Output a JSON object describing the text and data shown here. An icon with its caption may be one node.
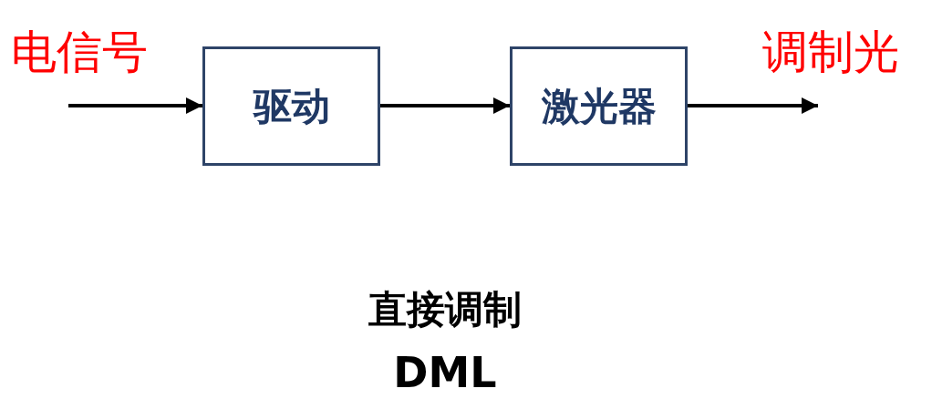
{
  "diagram": {
    "nodes": [
      {
        "text": [
          "驱动"
        ]
      },
      {
        "text": [
          "激光器"
        ]
      }
    ],
    "edges": [
      {
        "from": null,
        "to": 0,
        "arrow": "to"
      },
      {
        "from": 0,
        "to": 1,
        "arrow": "to"
      },
      {
        "from": 1,
        "to": null,
        "arrow": "to"
      }
    ],
    "labels": [
      "电信号",
      "调制光",
      "直接调制",
      "DML"
    ]
  }
}
